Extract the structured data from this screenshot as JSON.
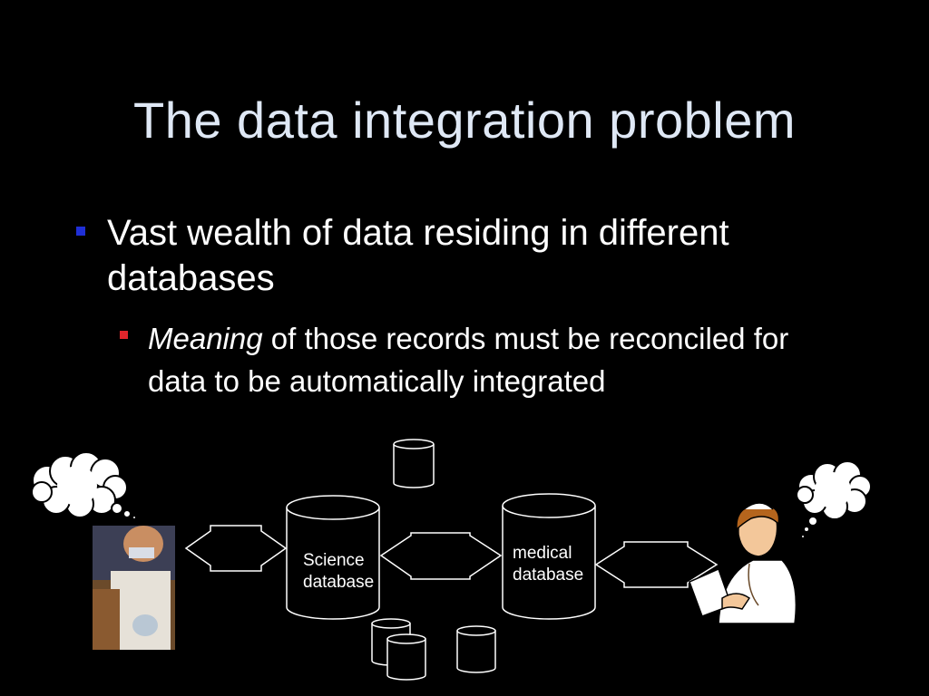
{
  "slide": {
    "title": "The data integration problem",
    "bullet1": "Vast wealth of data residing in different databases",
    "bullet2_em": "Meaning",
    "bullet2_rest": " of those records must be reconciled for data to be automatically integrated"
  },
  "diagram": {
    "science_db": {
      "line1": "Science",
      "line2": "database"
    },
    "medical_db": {
      "line1": "medical",
      "line2": "database"
    }
  },
  "colors": {
    "bullet1": "#1f2fd6",
    "bullet2": "#e0252b",
    "title": "#dfe8f5"
  }
}
